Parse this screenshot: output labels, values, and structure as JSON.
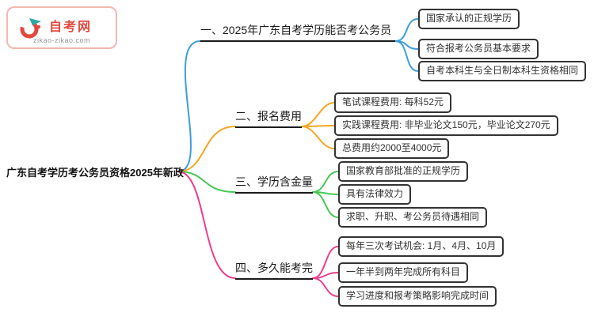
{
  "logo": {
    "site_name": "自考网",
    "site_url": "zikao-zikao.com"
  },
  "root": {
    "label": "广东自考学历考公务员资格2025年新政"
  },
  "colors": {
    "branch1": "#3E9EDB",
    "branch2": "#F5A623",
    "branch3": "#45C853",
    "branch4": "#EC3E8E",
    "logo_red": "#E2483D",
    "logo_teal": "#2BA8A0"
  },
  "branches": [
    {
      "label": "一、2025年广东自考学历能否考公务员",
      "color": "#3E9EDB",
      "children": [
        {
          "label": "国家承认的正规学历"
        },
        {
          "label": "符合报考公务员基本要求"
        },
        {
          "label": "自考本科生与全日制本科生资格相同"
        }
      ]
    },
    {
      "label": "二、报名费用",
      "color": "#F5A623",
      "children": [
        {
          "label": "笔试课程费用: 每科52元"
        },
        {
          "label": "实践课程费用: 非毕业论文150元，毕业论文270元"
        },
        {
          "label": "总费用约2000至4000元"
        }
      ]
    },
    {
      "label": "三、学历含金量",
      "color": "#45C853",
      "children": [
        {
          "label": "国家教育部批准的正规学历"
        },
        {
          "label": "具有法律效力"
        },
        {
          "label": "求职、升职、考公务员待遇相同"
        }
      ]
    },
    {
      "label": "四、多久能考完",
      "color": "#EC3E8E",
      "children": [
        {
          "label": "每年三次考试机会: 1月、4月、10月"
        },
        {
          "label": "一年半到两年完成所有科目"
        },
        {
          "label": "学习进度和报考策略影响完成时间"
        }
      ]
    }
  ]
}
